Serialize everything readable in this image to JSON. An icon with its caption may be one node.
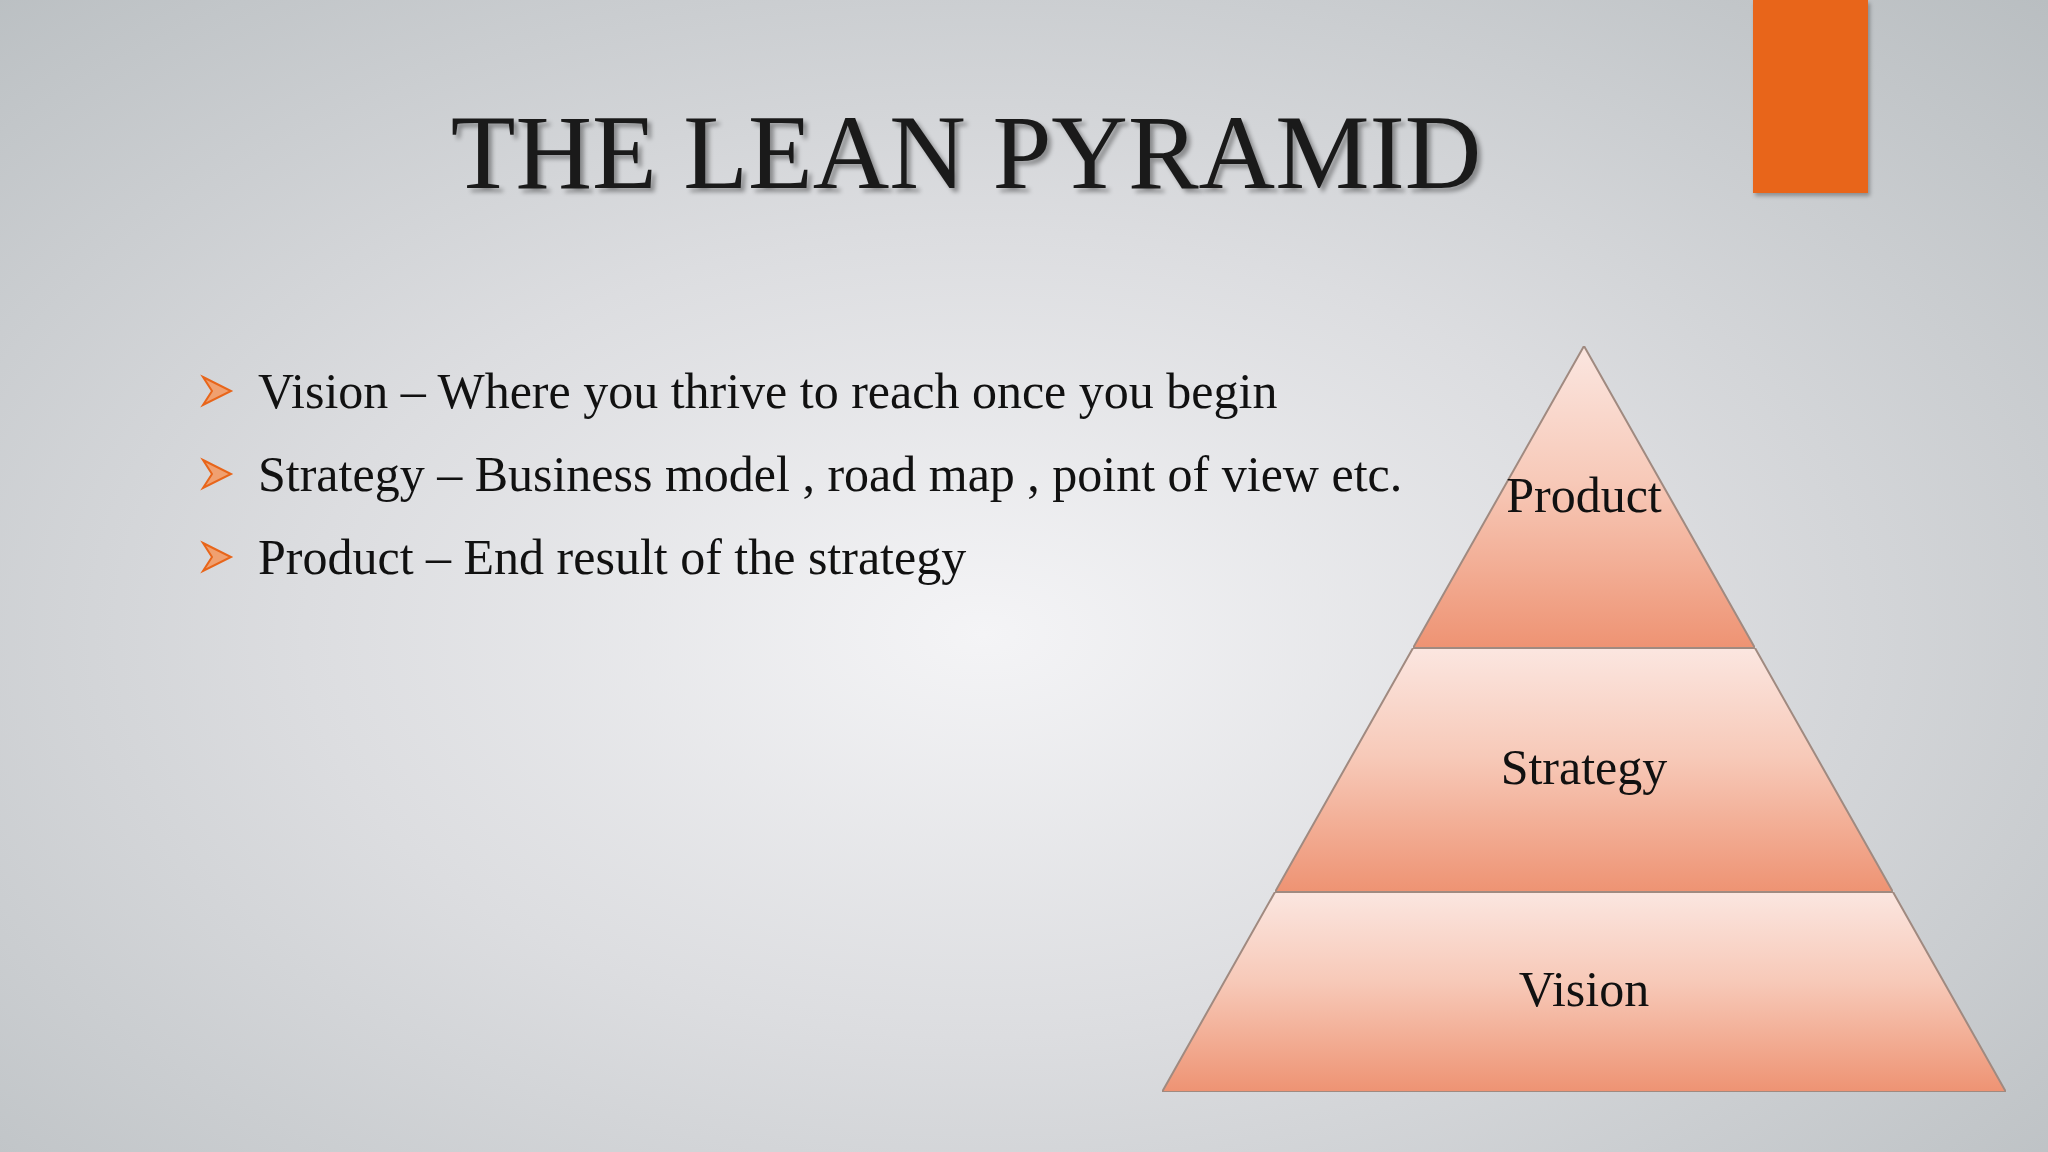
{
  "diagram": {
    "title": "THE LEAN PYRAMID",
    "nodes": [
      {
        "text": [
          "Product"
        ]
      },
      {
        "text": [
          "Strategy"
        ]
      },
      {
        "text": [
          "Vision"
        ]
      },
      {
        "text": [],
        "shape": "box"
      }
    ],
    "labels": [
      "Vision – Where you thrive to reach once you begin",
      "Strategy – Business model , road map , point of view etc.",
      "Product – End result of the strategy"
    ]
  }
}
